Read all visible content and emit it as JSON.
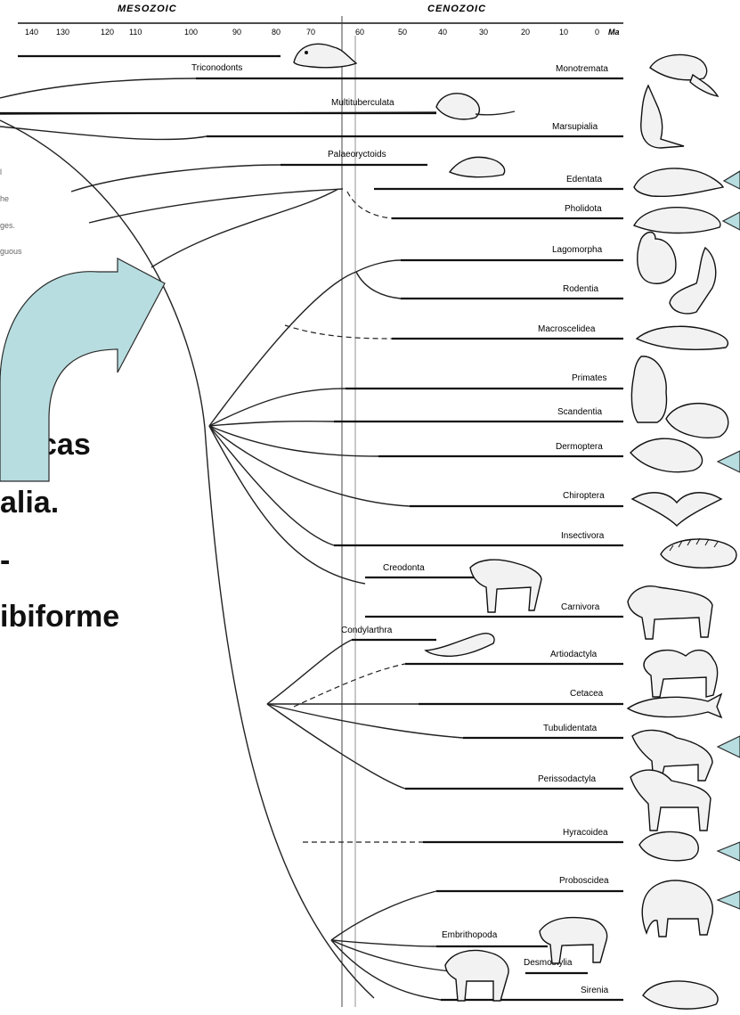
{
  "header": {
    "mesozoic_label": "MESOZOIC",
    "cenozoic_label": "CENOZOIC",
    "unit_label": "Ma",
    "ticks": [
      "140",
      "130",
      "120",
      "110",
      "100",
      "90",
      "80",
      "70",
      "60",
      "50",
      "40",
      "30",
      "20",
      "10",
      "0"
    ]
  },
  "taxa": [
    "Monotremata",
    "Triconodonts",
    "Multituberculata",
    "Marsupialia",
    "Palaeoryctoids",
    "Edentata",
    "Pholidota",
    "Lagomorpha",
    "Rodentia",
    "Macroscelidea",
    "Primates",
    "Scandentia",
    "Dermoptera",
    "Chiroptera",
    "Insectivora",
    "Creodonta",
    "Carnivora",
    "Condylarthra",
    "Artiodactyla",
    "Cetacea",
    "Tubulidentata",
    "Perissodactyla",
    "Hyracoidea",
    "Proboscidea",
    "Embrithopoda",
    "Desmostylia",
    "Sirenia"
  ],
  "partial_caption": [
    "l",
    "he",
    "ges.",
    "guous"
  ],
  "overlay_text": {
    "line1": "cas",
    "line2": "alia.",
    "line3": "-",
    "line4": "ibiforme"
  },
  "colors": {
    "callout_fill": "#b7dde0",
    "ink": "#111111"
  },
  "animal_icons": [
    "platypus-icon",
    "kangaroo-icon",
    "anteater-icon",
    "pangolin-icon",
    "rabbit-icon",
    "squirrel-icon",
    "elephant-shrew-icon",
    "gorilla-icon",
    "tree-shrew-icon",
    "colugo-icon",
    "bat-icon",
    "hedgehog-icon",
    "tiger-icon",
    "camel-icon",
    "whale-icon",
    "aardvark-icon",
    "horse-icon",
    "hyrax-icon",
    "elephant-icon",
    "manatee-icon"
  ]
}
